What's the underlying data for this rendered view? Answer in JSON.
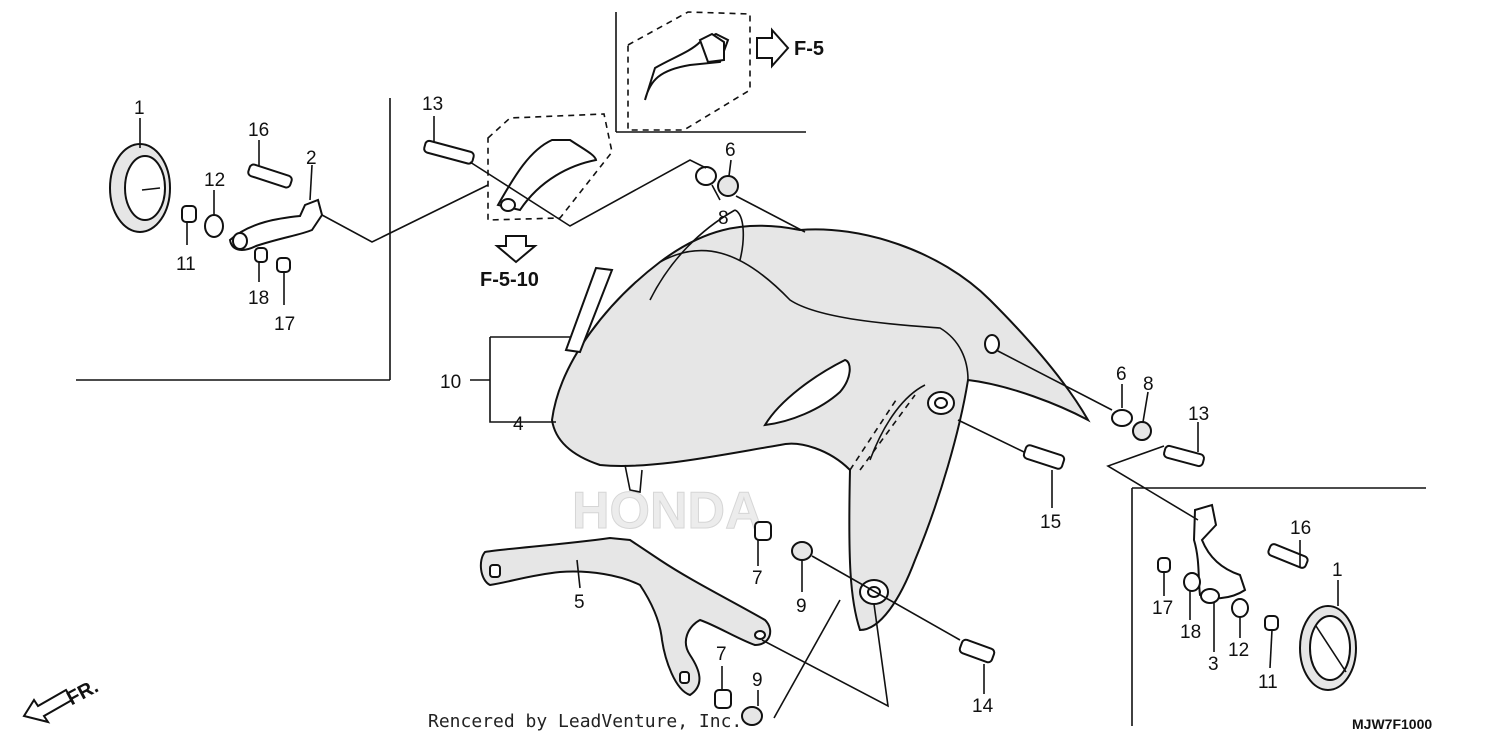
{
  "callouts": {
    "c1_left": "1",
    "c16_left": "16",
    "c2": "2",
    "c12_left": "12",
    "c11_left": "11",
    "c18_left": "18",
    "c17_left": "17",
    "c13_top": "13",
    "c6_top": "6",
    "c8_top": "8",
    "c10": "10",
    "c4": "4",
    "c6_right": "6",
    "c8_right": "8",
    "c13_right": "13",
    "c15": "15",
    "c7_mid": "7",
    "c9_mid": "9",
    "c5": "5",
    "c7_low": "7",
    "c9_low": "9",
    "c14": "14",
    "c16_right": "16",
    "c1_right": "1",
    "c17_right": "17",
    "c18_right": "18",
    "c12_right": "12",
    "c3": "3",
    "c11_right": "11"
  },
  "refs": {
    "f5": "F-5",
    "f510": "F-5-10"
  },
  "front_label": "FR.",
  "watermark": "HONDA",
  "credit": "Rencered by LeadVenture, Inc.",
  "diagram_code": "MJW7F1000"
}
